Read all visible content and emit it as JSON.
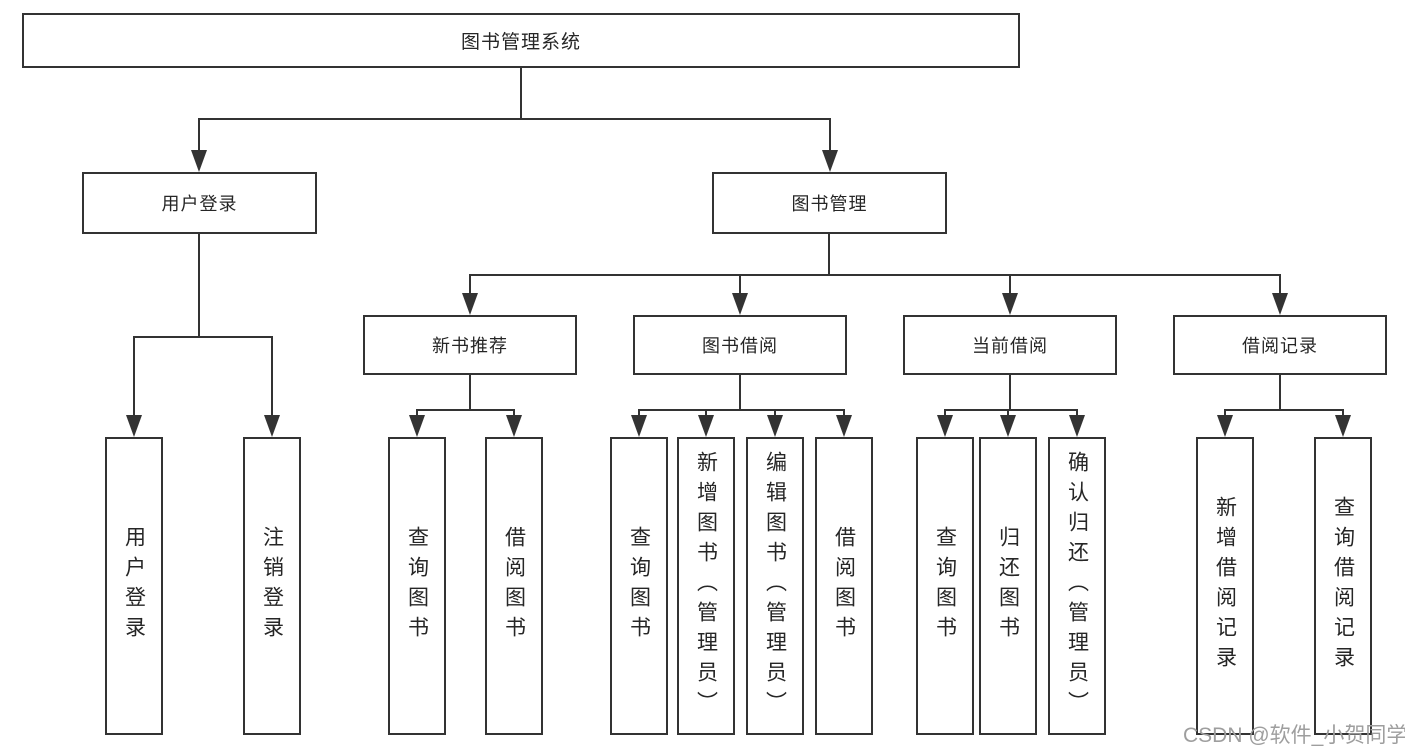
{
  "diagram_title": "图书管理系统",
  "colors": {
    "line": "#333333",
    "text": "#262626",
    "watermark": "#9e9e9e",
    "background": "#ffffff"
  },
  "nodes": {
    "root": "图书管理系统",
    "level2": {
      "user_login": "用户登录",
      "book_mgmt": "图书管理"
    },
    "level3": {
      "new_book": "新书推荐",
      "book_borrow": "图书借阅",
      "current_borrow": "当前借阅",
      "borrow_record": "借阅记录"
    },
    "leaves": {
      "user_login": "用户登录",
      "logout": "注销登录",
      "nb_query": "查询图书",
      "nb_borrow": "借阅图书",
      "bb_query": "查询图书",
      "bb_add": "新增图书（管理员）",
      "bb_edit": "编辑图书（管理员）",
      "bb_borrow": "借阅图书",
      "cb_query": "查询图书",
      "cb_return": "归还图书",
      "cb_confirm": "确认归还（管理员）",
      "br_add": "新增借阅记录",
      "br_query": "查询借阅记录"
    }
  },
  "watermark": "CSDN @软件_小贺同学"
}
